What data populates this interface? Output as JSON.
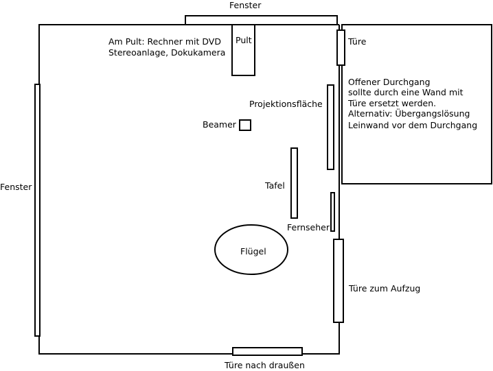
{
  "diagram": {
    "labels": {
      "fenster_top": "Fenster",
      "fenster_left": "Fenster",
      "pult": "Pult",
      "pult_note_1": "Am Pult: Rechner mit DVD",
      "pult_note_2": "Stereoanlage, Dokukamera",
      "tuere": "Türe",
      "durchgang_1": "Offener Durchgang",
      "durchgang_2": "sollte durch eine Wand mit",
      "durchgang_3": "Türe ersetzt werden.",
      "durchgang_4": "Alternativ: Übergangslösung",
      "durchgang_5": "Leinwand vor dem Durchgang",
      "projektionsflaeche": "Projektionsfläche",
      "beamer": "Beamer",
      "tafel": "Tafel",
      "fernseher": "Fernseher",
      "fluegel": "Flügel",
      "tuere_aufzug": "Türe zum Aufzug",
      "tuere_draussen": "Türe nach draußen"
    }
  }
}
